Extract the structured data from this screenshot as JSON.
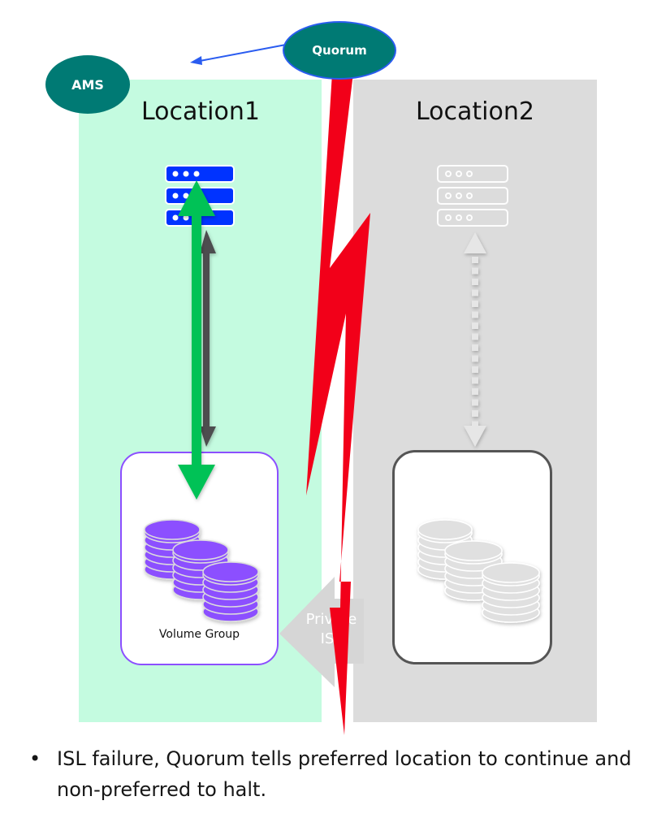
{
  "locations": [
    {
      "title": "Location1",
      "status": "preferred",
      "background": "#c4fbe0"
    },
    {
      "title": "Location2",
      "status": "non-preferred (halted)",
      "background": "#dcdcdc"
    }
  ],
  "nodes": {
    "ams": {
      "label": "AMS",
      "color": "#007a74"
    },
    "quorum": {
      "label": "Quorum",
      "color": "#007a74",
      "border": "#2a5cf0"
    }
  },
  "location1": {
    "server_icon": "server-rack-icon",
    "server_color": "#0033ff",
    "volume_group_label": "Volume Group",
    "volume_group_border": "#8c4fff",
    "storage_icon": "database-stack-icon",
    "storage_color": "#8c4fff",
    "host_link_color": "#00c257"
  },
  "location2": {
    "server_icon": "server-rack-icon",
    "storage_icon": "database-stack-icon",
    "state": "greyed-out"
  },
  "links": {
    "private_isl_label_line1": "Private",
    "private_isl_label_line2": "ISL",
    "failure_color": "#f20019"
  },
  "caption": {
    "bullet": "•",
    "text": "ISL failure, Quorum tells preferred location to continue and non-preferred to halt."
  }
}
